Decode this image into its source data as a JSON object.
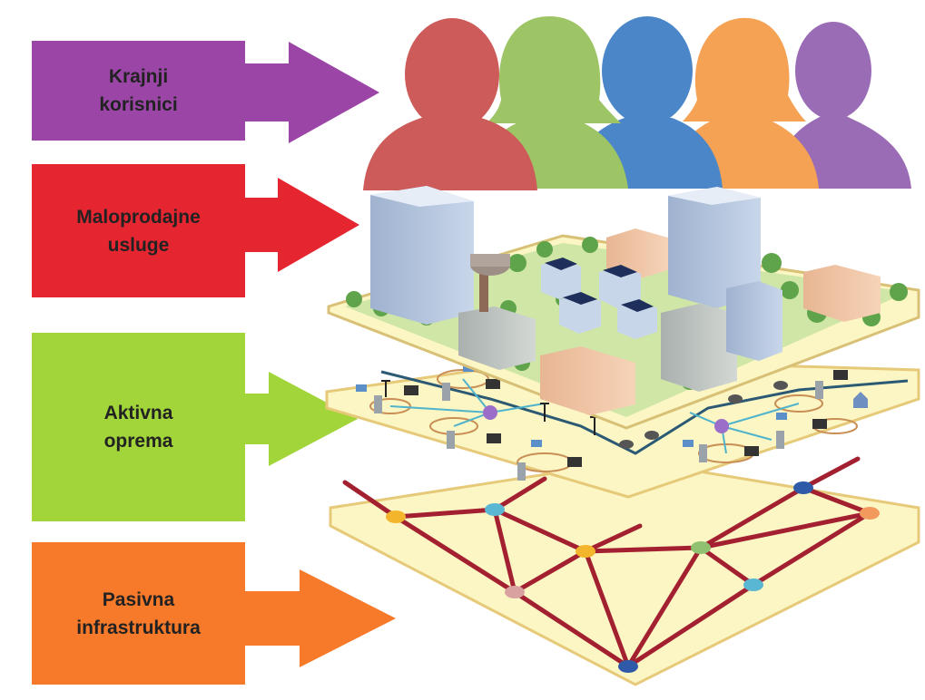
{
  "layers": [
    {
      "id": "users",
      "label": "Krajnji\nkorisnici",
      "color": "#9b45a6",
      "text_color": "#1a1a1a"
    },
    {
      "id": "retail",
      "label": "Maloprodajne\nusluge",
      "color": "#e52630",
      "text_color": "#1a1a1a"
    },
    {
      "id": "active",
      "label": "Aktivna\noprema",
      "color": "#a2d53a",
      "text_color": "#1a1a1a"
    },
    {
      "id": "passive",
      "label": "Pasivna\ninfrastruktura",
      "color": "#f7792a",
      "text_color": "#1a1a1a"
    }
  ],
  "people_colors": [
    "#cd5b5a",
    "#9dc465",
    "#4a86c8",
    "#f5a255",
    "#9a6cb6"
  ],
  "plate_color": "#fbf6c4",
  "plate_edge_color": "#e6c979",
  "network_line_color": "#a32030",
  "node_colors": [
    "#f3b52b",
    "#5ab7d4",
    "#2e5aa7",
    "#8fc170",
    "#d9a2a0",
    "#f29a5e"
  ]
}
